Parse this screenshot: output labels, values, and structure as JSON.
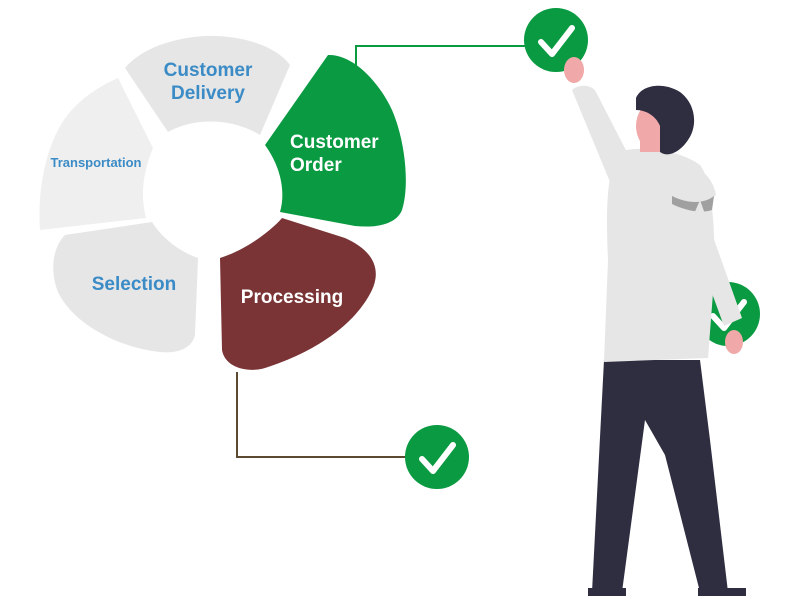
{
  "diagram": {
    "segments": [
      {
        "id": "customer_delivery",
        "lines": [
          "Customer",
          "Delivery"
        ],
        "fill": "#e6e6e6",
        "text_color": "#3b8bc6"
      },
      {
        "id": "customer_order",
        "lines": [
          "Customer",
          "Order"
        ],
        "fill": "#0a9a42",
        "text_color": "#ffffff"
      },
      {
        "id": "processing",
        "lines": [
          "Processing"
        ],
        "fill": "#7a3436",
        "text_color": "#ffffff"
      },
      {
        "id": "selection",
        "lines": [
          "Selection"
        ],
        "fill": "#e6e6e6",
        "text_color": "#3b8bc6"
      },
      {
        "id": "transportation",
        "lines": [
          "Transportation"
        ],
        "fill": "#efefef",
        "text_color": "#3b8bc6"
      }
    ],
    "connector_colors": {
      "order": "#0a9a42",
      "processing": "#5b4a2f"
    },
    "check_color": "#0a9a42",
    "icons": [
      "check-icon",
      "check-icon",
      "check-icon",
      "person-illustration"
    ],
    "person_colors": {
      "hair": "#2f2e41",
      "skin": "#f0a8a8",
      "shirt": "#e6e6e6",
      "pants": "#2f2e41",
      "shadow": "#a0a0a0"
    }
  }
}
